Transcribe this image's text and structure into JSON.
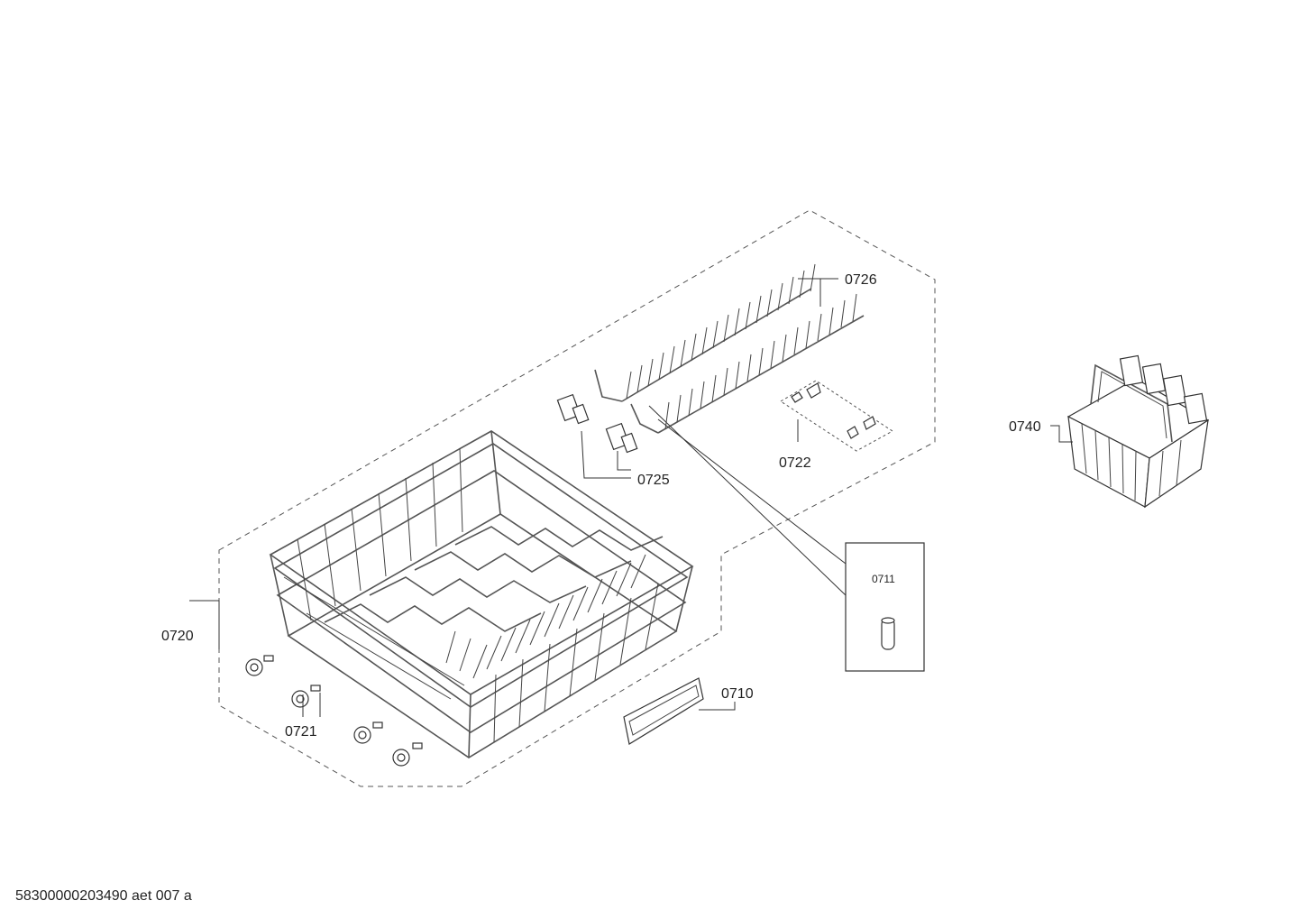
{
  "diagram": {
    "callouts": {
      "c0710": "0710",
      "c0711": "0711",
      "c0720": "0720",
      "c0721": "0721",
      "c0722": "0722",
      "c0725": "0725",
      "c0726": "0726",
      "c0740": "0740"
    },
    "footer_code": "58300000203490 aet 007 a"
  }
}
